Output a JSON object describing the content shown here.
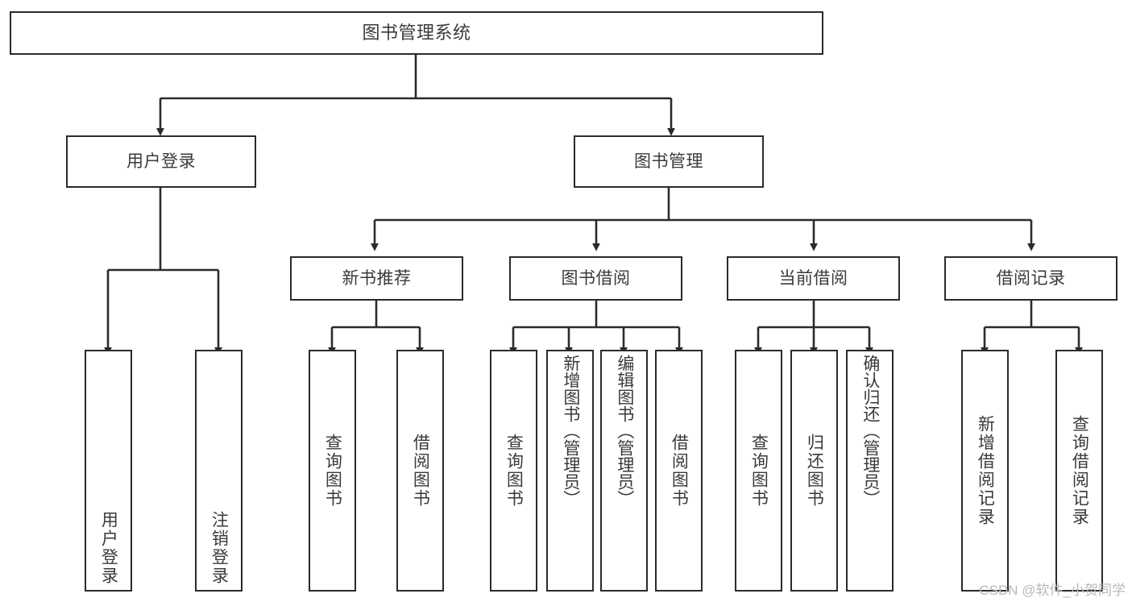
{
  "diagram": {
    "type": "hierarchy-tree",
    "title": "图书管理系统",
    "root": {
      "id": "root",
      "label": "图书管理系统"
    },
    "level1": [
      {
        "id": "user-login",
        "label": "用户登录"
      },
      {
        "id": "book-manage",
        "label": "图书管理"
      }
    ],
    "level2": [
      {
        "id": "new-book-recommend",
        "label": "新书推荐",
        "parent": "book-manage"
      },
      {
        "id": "book-borrow",
        "label": "图书借阅",
        "parent": "book-manage"
      },
      {
        "id": "current-borrow",
        "label": "当前借阅",
        "parent": "book-manage"
      },
      {
        "id": "borrow-record",
        "label": "借阅记录",
        "parent": "book-manage"
      }
    ],
    "leaves": [
      {
        "id": "leaf-user-login",
        "label": "用户登录",
        "parent": "user-login"
      },
      {
        "id": "leaf-user-logout",
        "label": "注销登录",
        "parent": "user-login"
      },
      {
        "id": "leaf-query-book-1",
        "label": "查询图书",
        "parent": "new-book-recommend"
      },
      {
        "id": "leaf-borrow-book-1",
        "label": "借阅图书",
        "parent": "new-book-recommend"
      },
      {
        "id": "leaf-query-book-2",
        "label": "查询图书",
        "parent": "book-borrow"
      },
      {
        "id": "leaf-add-book",
        "label": "新增图书（管理员）",
        "parent": "book-borrow"
      },
      {
        "id": "leaf-edit-book",
        "label": "编辑图书（管理员）",
        "parent": "book-borrow"
      },
      {
        "id": "leaf-borrow-book-2",
        "label": "借阅图书",
        "parent": "book-borrow"
      },
      {
        "id": "leaf-query-book-3",
        "label": "查询图书",
        "parent": "current-borrow"
      },
      {
        "id": "leaf-return-book",
        "label": "归还图书",
        "parent": "current-borrow"
      },
      {
        "id": "leaf-confirm-return",
        "label": "确认归还（管理员）",
        "parent": "current-borrow"
      },
      {
        "id": "leaf-add-record",
        "label": "新增借阅记录",
        "parent": "borrow-record"
      },
      {
        "id": "leaf-query-record",
        "label": "查询借阅记录",
        "parent": "borrow-record"
      }
    ],
    "colors": {
      "border": "#2b2b2b",
      "text": "#3a3a3a",
      "background": "#ffffff",
      "connector": "#2b2b2b",
      "watermark": "#b9b9b9"
    }
  },
  "watermark": {
    "text": "CSDN @软件_小贺同学"
  }
}
